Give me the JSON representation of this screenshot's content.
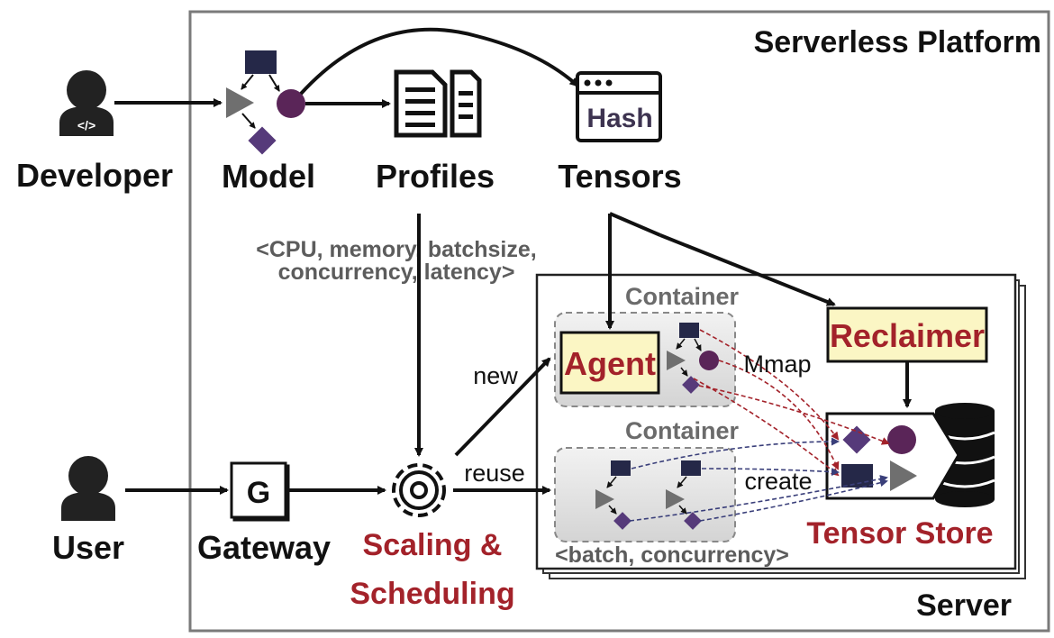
{
  "platform": {
    "title": "Serverless Platform"
  },
  "server": {
    "title": "Server"
  },
  "actors": {
    "developer": "Developer",
    "user": "User"
  },
  "model": {
    "label": "Model"
  },
  "profiles": {
    "label": "Profiles",
    "tuple_line1": "<CPU, memory, batchsize,",
    "tuple_line2": "concurrency, latency>"
  },
  "tensors": {
    "label": "Tensors",
    "icon_text": "Hash"
  },
  "gateway": {
    "label": "Gateway",
    "icon_text": "G"
  },
  "scheduler": {
    "label_line1": "Scaling &",
    "label_line2": "Scheduling"
  },
  "edges": {
    "new": "new",
    "reuse": "reuse",
    "mmap": "Mmap",
    "create": "create"
  },
  "container_top": {
    "title": "Container",
    "agent": "Agent"
  },
  "container_bottom": {
    "title": "Container",
    "tuple": "<batch, concurrency>"
  },
  "reclaimer": {
    "label": "Reclaimer"
  },
  "tensor_store": {
    "label": "Tensor Store"
  },
  "colors": {
    "navy": "#252848",
    "plum": "#5a2558",
    "violet": "#563a7a",
    "tri_grey": "#6f6f6f",
    "accent_red": "#a3222a",
    "highlight_yellow": "#fbf6c4",
    "container_fill": "#dcdcdc",
    "dash_red": "#a3222a",
    "dash_navy": "#3a3f7a"
  }
}
